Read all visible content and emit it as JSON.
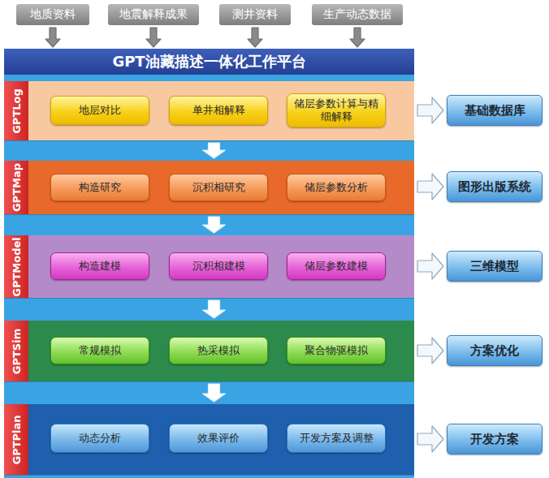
{
  "diagram": {
    "nodes": [
      {
        "text": [
          "地质资料"
        ]
      },
      {
        "text": [
          "地震解释成果"
        ]
      },
      {
        "text": [
          "测井资料"
        ]
      },
      {
        "text": [
          "生产动态数据"
        ]
      },
      {
        "text": [
          "GPT油藏描述一体化工作平台"
        ]
      },
      {
        "text": [
          "GPTLog"
        ],
        "in": 4
      },
      {
        "text": [
          "地层对比"
        ],
        "in": 5
      },
      {
        "text": [
          "单井相解释"
        ],
        "in": 5
      },
      {
        "text": [
          "储层参数计算与精细解释"
        ],
        "in": 5
      },
      {
        "text": [
          "GPTMap"
        ],
        "in": 4
      },
      {
        "text": [
          "构造研究"
        ],
        "in": 9
      },
      {
        "text": [
          "沉积相研究"
        ],
        "in": 9
      },
      {
        "text": [
          "储层参数分析"
        ],
        "in": 9
      },
      {
        "text": [
          "GPTModel"
        ],
        "in": 4
      },
      {
        "text": [
          "构造建模"
        ],
        "in": 13
      },
      {
        "text": [
          "沉积相建模"
        ],
        "in": 13
      },
      {
        "text": [
          "储层参数建模"
        ],
        "in": 13
      },
      {
        "text": [
          "GPTSim"
        ],
        "in": 4
      },
      {
        "text": [
          "常规模拟"
        ],
        "in": 17
      },
      {
        "text": [
          "热采模拟"
        ],
        "in": 17
      },
      {
        "text": [
          "聚合物驱模拟"
        ],
        "in": 17
      },
      {
        "text": [
          "GPTPlan"
        ],
        "in": 4
      },
      {
        "text": [
          "动态分析"
        ],
        "in": 21
      },
      {
        "text": [
          "效果评价"
        ],
        "in": 21
      },
      {
        "text": [
          "开发方案及调整"
        ],
        "in": 21
      },
      {
        "text": [
          "基础数据库"
        ]
      },
      {
        "text": [
          "图形出版系统"
        ]
      },
      {
        "text": [
          "三维模型"
        ]
      },
      {
        "text": [
          "方案优化"
        ]
      },
      {
        "text": [
          "开发方案"
        ]
      }
    ],
    "edges": [
      {
        "from": 0,
        "to": 4,
        "arrow": "to"
      },
      {
        "from": 1,
        "to": 4,
        "arrow": "to"
      },
      {
        "from": 2,
        "to": 4,
        "arrow": "to"
      },
      {
        "from": 3,
        "to": 4,
        "arrow": "to"
      },
      {
        "from": 5,
        "to": 9,
        "arrow": "to"
      },
      {
        "from": 9,
        "to": 13,
        "arrow": "to"
      },
      {
        "from": 13,
        "to": 17,
        "arrow": "to"
      },
      {
        "from": 17,
        "to": 21,
        "arrow": "to"
      },
      {
        "from": 5,
        "to": 25,
        "arrow": "to"
      },
      {
        "from": 9,
        "to": 26,
        "arrow": "to"
      },
      {
        "from": 13,
        "to": 27,
        "arrow": "to"
      },
      {
        "from": 17,
        "to": 28,
        "arrow": "to"
      },
      {
        "from": 21,
        "to": 29,
        "arrow": "to"
      }
    ]
  }
}
